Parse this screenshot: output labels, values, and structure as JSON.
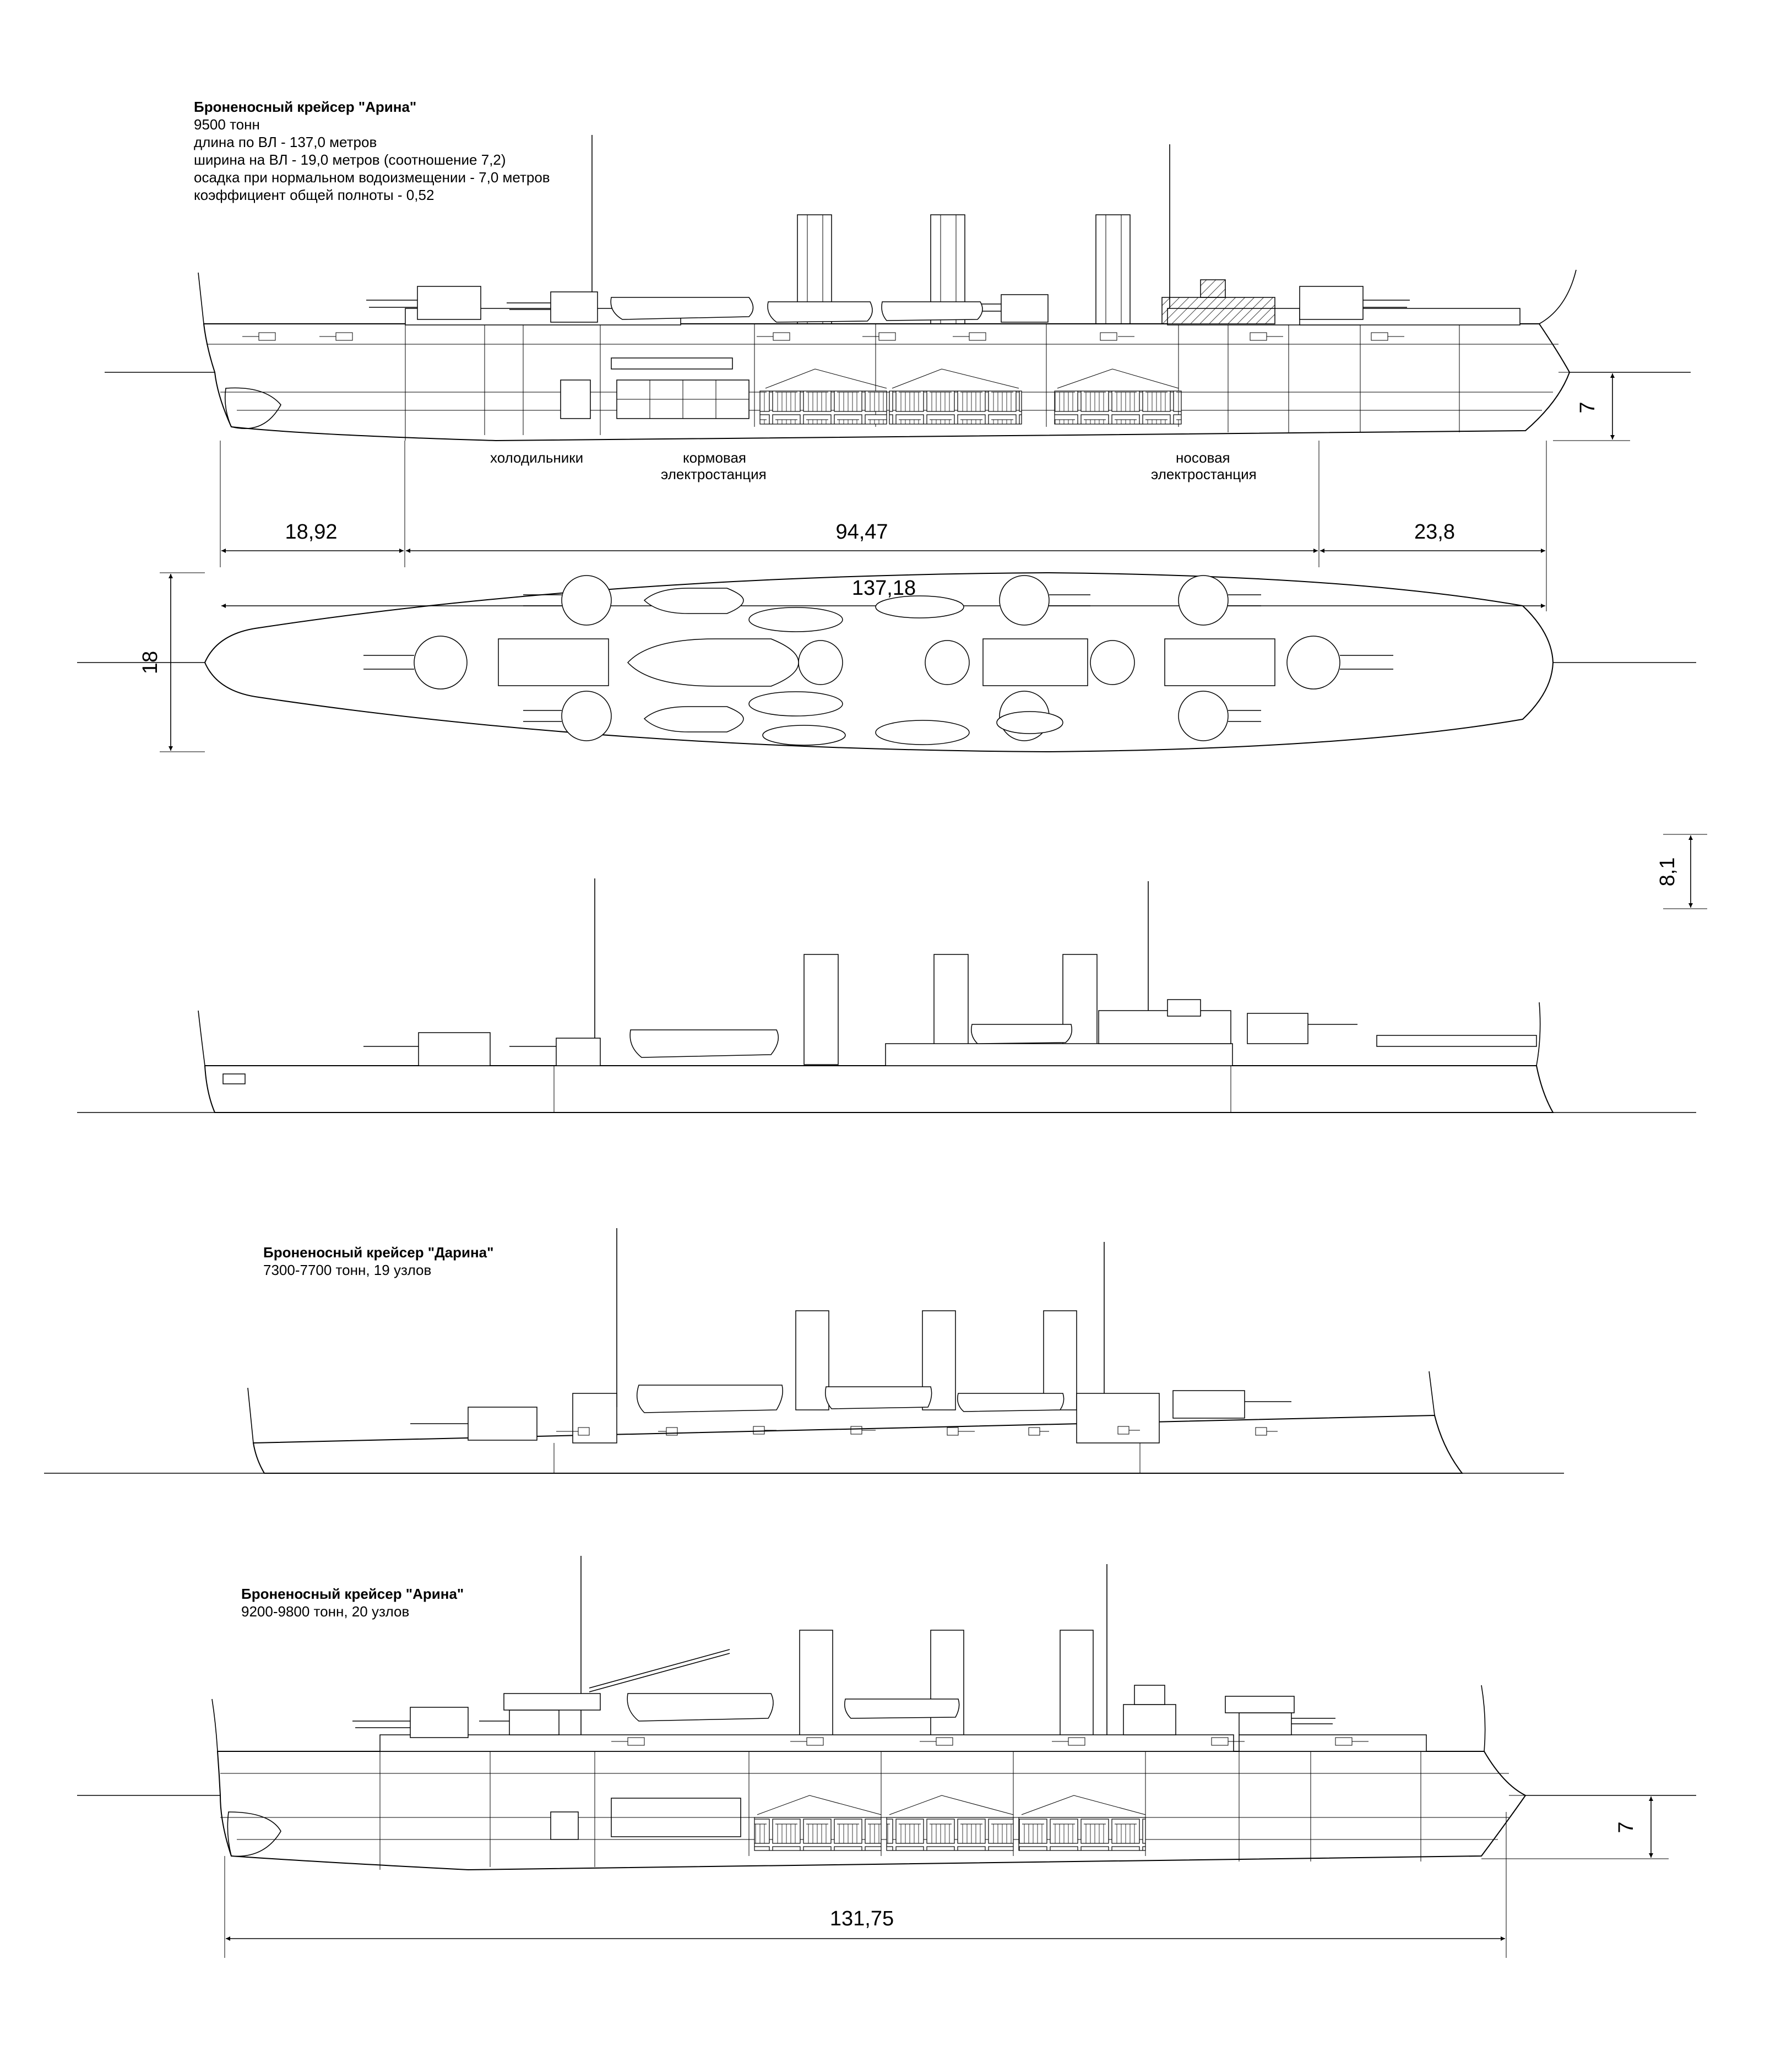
{
  "ship1": {
    "title": "Броненосный крейсер \"Арина\"",
    "specs": [
      "9500 тонн",
      "длина по ВЛ - 137,0 метров",
      "ширина на ВЛ - 19,0 метров (соотношение 7,2)",
      "осадка при нормальном водоизмещении - 7,0 метров",
      "коэффициент общей полноты - 0,52"
    ],
    "labels": {
      "fridges": "холодильники",
      "aft_power_1": "кормовая",
      "aft_power_2": "электростанция",
      "fwd_power_1": "носовая",
      "fwd_power_2": "электростанция"
    },
    "dims": {
      "aft": "18,92",
      "mid": "94,47",
      "fwd": "23,8",
      "total": "137,18",
      "draft": "7",
      "beam": "18",
      "freeboard": "8,1"
    }
  },
  "ship2": {
    "title": "Броненосный крейсер \"Дарина\"",
    "specs": [
      "7300-7700 тонн, 19 узлов"
    ]
  },
  "ship3": {
    "title": "Броненосный крейсер \"Арина\"",
    "specs": [
      "9200-9800 тонн, 20 узлов"
    ],
    "dims": {
      "draft": "7",
      "length": "131,75"
    }
  }
}
